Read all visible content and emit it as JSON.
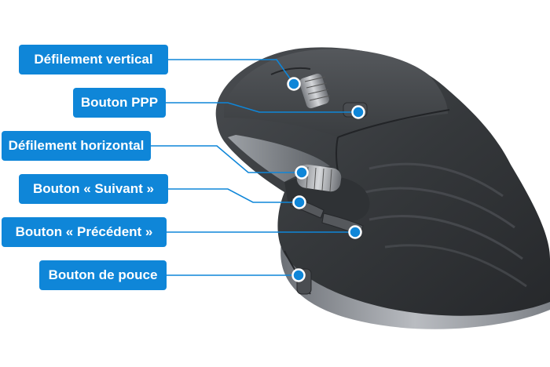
{
  "labels": {
    "vertical_scroll": "Défilement vertical",
    "dpi_button": "Bouton PPP",
    "horizontal_scroll": "Défilement horizontal",
    "next_button": "Bouton « Suivant »",
    "previous_button": "Bouton « Précédent »",
    "thumb_button": "Bouton de pouce"
  },
  "colors": {
    "callout_fill": "#0f86d8",
    "callout_text": "#ffffff",
    "leader_line": "#0f86d8",
    "mouse_body": "#3a3d40",
    "mouse_base": "#8e9298"
  }
}
